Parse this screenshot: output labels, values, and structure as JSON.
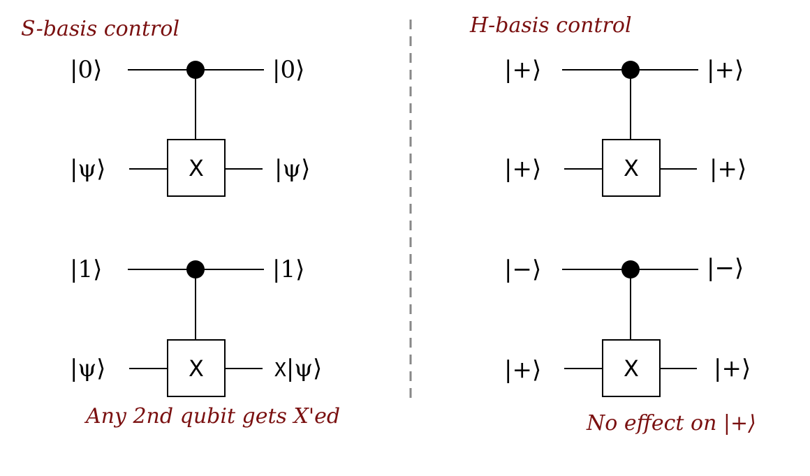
{
  "left": {
    "title": "S-basis control",
    "caption": "Any 2nd qubit gets X'ed",
    "circuit1": {
      "control_in": "|0⟩",
      "control_out": "|0⟩",
      "target_in": "|ψ⟩",
      "target_out": "|ψ⟩",
      "gate": "X"
    },
    "circuit2": {
      "control_in": "|1⟩",
      "control_out": "|1⟩",
      "target_in": "|ψ⟩",
      "target_out_op": "X",
      "target_out_ket": "|ψ⟩",
      "gate": "X"
    }
  },
  "right": {
    "title": "H-basis control",
    "caption": "No effect on |+⟩",
    "circuit1": {
      "control_in": "|+⟩",
      "control_out": "|+⟩",
      "target_in": "|+⟩",
      "target_out": "|+⟩",
      "gate": "X"
    },
    "circuit2": {
      "control_in": "|−⟩",
      "control_out": "|−⟩",
      "target_in": "|+⟩",
      "target_out": "|+⟩",
      "gate": "X"
    }
  },
  "colors": {
    "caption": "#7a1010",
    "divider": "#888888",
    "wire": "#000000"
  }
}
